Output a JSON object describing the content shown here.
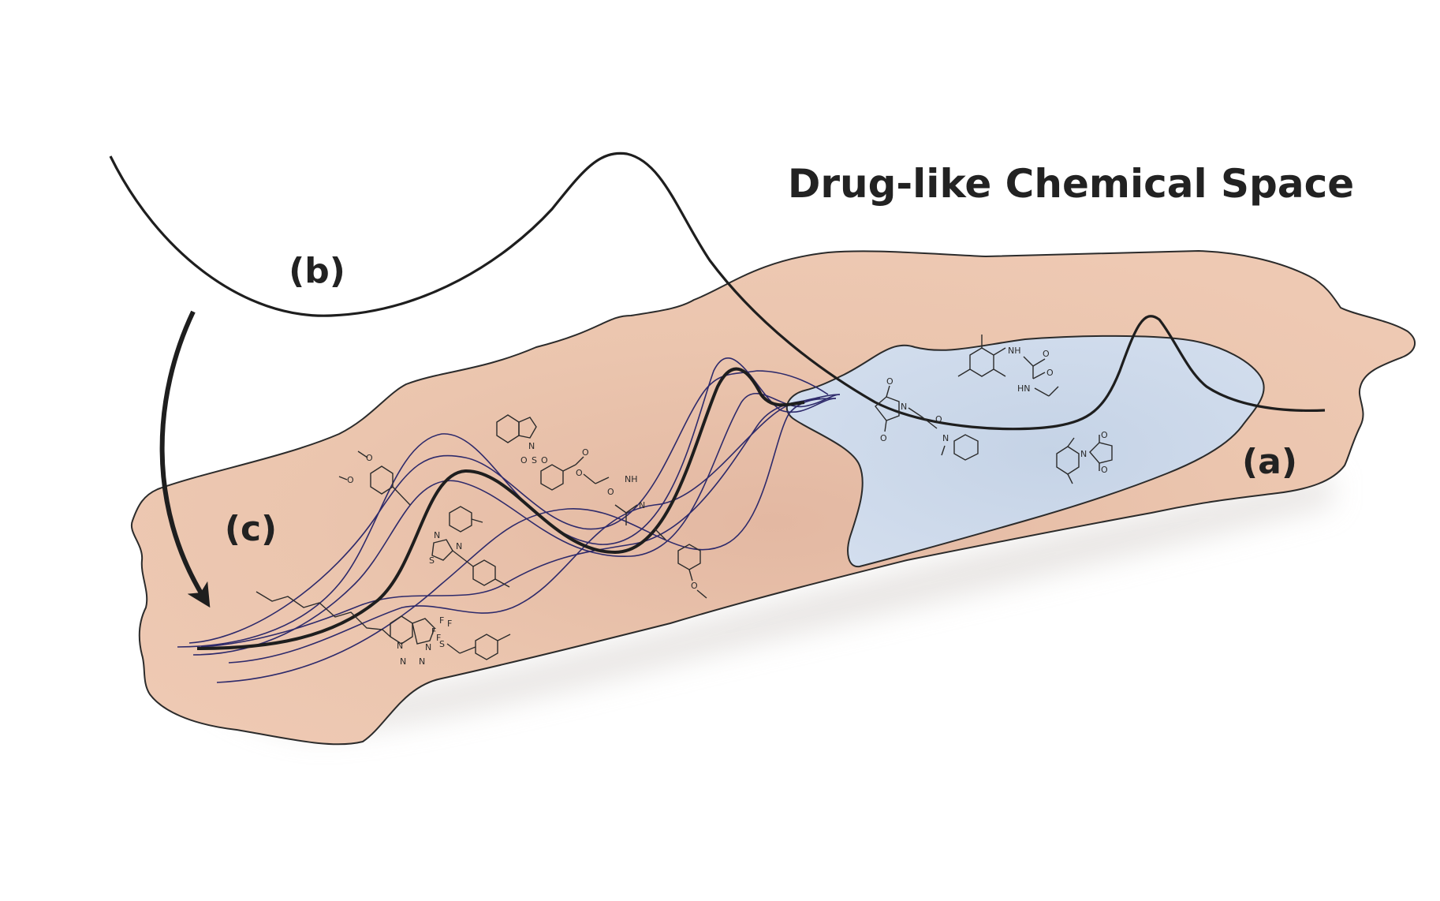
{
  "title": "Drug-like Chemical Space",
  "labels": {
    "a": "(a)",
    "b": "(b)",
    "c": "(c)"
  },
  "colors": {
    "chemical_space_fill": "#ecc6af",
    "chemical_space_shadow": "#d9ab93",
    "known_region_fill": "#cdd9ea",
    "outline": "#2b2b2b",
    "thin_paths": "#2e2a6b",
    "bold_curves": "#1e1e1e"
  },
  "molecule_atoms": {
    "atom_N": "N",
    "atom_O": "O",
    "atom_S": "S",
    "atom_F": "F",
    "atom_NH": "NH",
    "atom_HN": "HN"
  }
}
